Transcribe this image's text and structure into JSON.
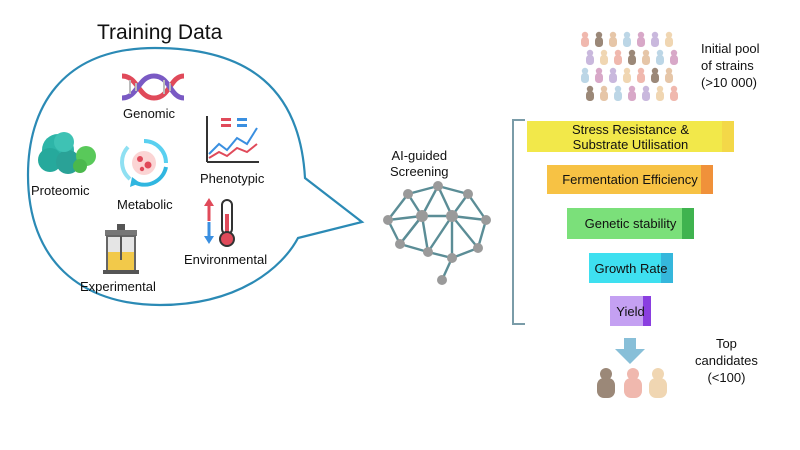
{
  "training": {
    "title": "Training Data",
    "items": {
      "genomic": "Genomic",
      "proteomic": "Proteomic",
      "metabolic": "Metabolic",
      "phenotypic": "Phenotypic",
      "environmental": "Environmental",
      "experimental": "Experimental"
    }
  },
  "screening": {
    "label_line1": "AI-guided",
    "label_line2": "Screening"
  },
  "pool": {
    "line1": "Initial pool",
    "line2": "of strains",
    "line3": "(>10 000)"
  },
  "funnel": [
    {
      "line1": "Stress Resistance &",
      "line2": "Substrate Utilisation",
      "color": "#f2e84a",
      "cap": "#f3d848"
    },
    {
      "line1": "Fermentation Efficiency",
      "line2": "",
      "color": "#f7c244",
      "cap": "#f0913a"
    },
    {
      "line1": "Genetic stability",
      "line2": "",
      "color": "#7be07a",
      "cap": "#3fb34f"
    },
    {
      "line1": "Growth Rate",
      "line2": "",
      "color": "#3ee0f0",
      "cap": "#35b7dc"
    },
    {
      "line1": "Yield",
      "line2": "",
      "color": "#c4a0f2",
      "cap": "#8a3ee0"
    }
  ],
  "top": {
    "line1": "Top",
    "line2": "candidates",
    "line3": "(<100)"
  },
  "colors": {
    "outline": "#2b8ab5",
    "arrow": "#88bfd8",
    "network": "#5b8d96",
    "node": "#9a9a9a"
  },
  "icons": [
    "dna-icon",
    "protein-icon",
    "metabolic-icon",
    "phenotypic-chart-icon",
    "thermometer-icon",
    "bioreactor-icon",
    "neural-brain-icon",
    "strain-pool-icon",
    "down-arrow-icon",
    "candidate-icon"
  ]
}
